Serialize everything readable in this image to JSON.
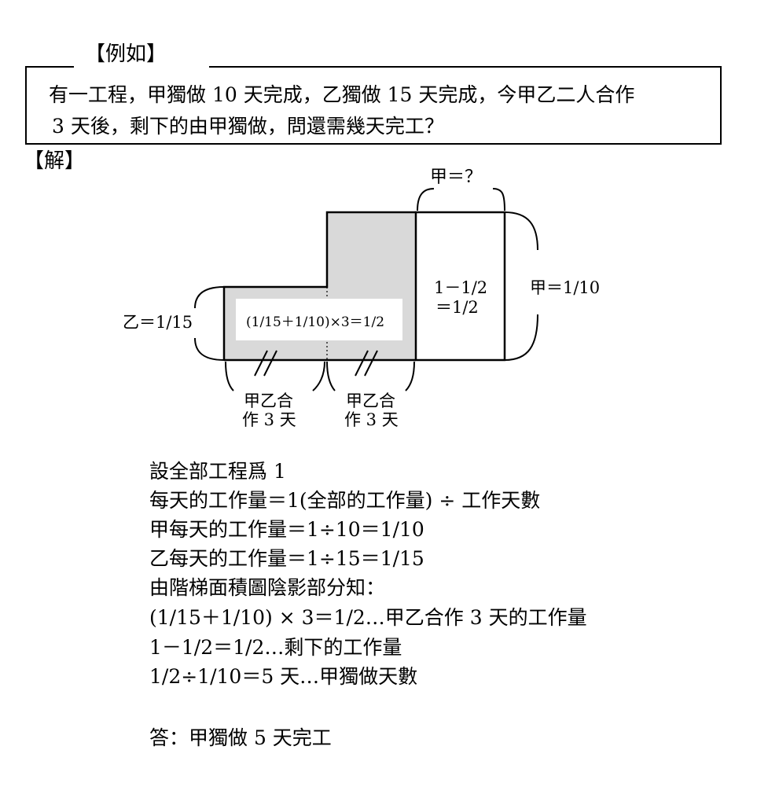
{
  "example": {
    "title": "【例如】",
    "problem_lines": [
      "有一工程，甲獨做 10 天完成，乙獨做 15 天完成，今甲乙二人合作",
      "3 天後，剩下的由甲獨做，問還需幾天完工？"
    ]
  },
  "solution": {
    "title": "【解】",
    "diagram": {
      "top_label": "甲＝？",
      "right_label": "甲＝1/10",
      "left_label": "乙＝1/15",
      "center_label": "(1/15＋1/10)×3＝1/2",
      "remaining_line1": "1－1/2",
      "remaining_line2": "＝1/2",
      "bottom_group1_line1": "甲乙合",
      "bottom_group1_line2": "作 3 天",
      "bottom_group2_line1": "甲乙合",
      "bottom_group2_line2": "作 3 天",
      "colors": {
        "shade": "#d9d9d9",
        "stroke": "#000000"
      }
    },
    "steps": [
      "設全部工程爲 1",
      "每天的工作量＝1(全部的工作量) ÷ 工作天數",
      "甲每天的工作量＝1÷10＝1/10",
      "乙每天的工作量＝1÷15＝1/15",
      "由階梯面積圖陰影部分知：",
      "(1/15＋1/10) × 3＝1/2…甲乙合作 3 天的工作量",
      "1－1/2＝1/2…剩下的工作量",
      "1/2÷1/10＝5 天…甲獨做天數"
    ],
    "answer": "答：甲獨做 5 天完工"
  }
}
